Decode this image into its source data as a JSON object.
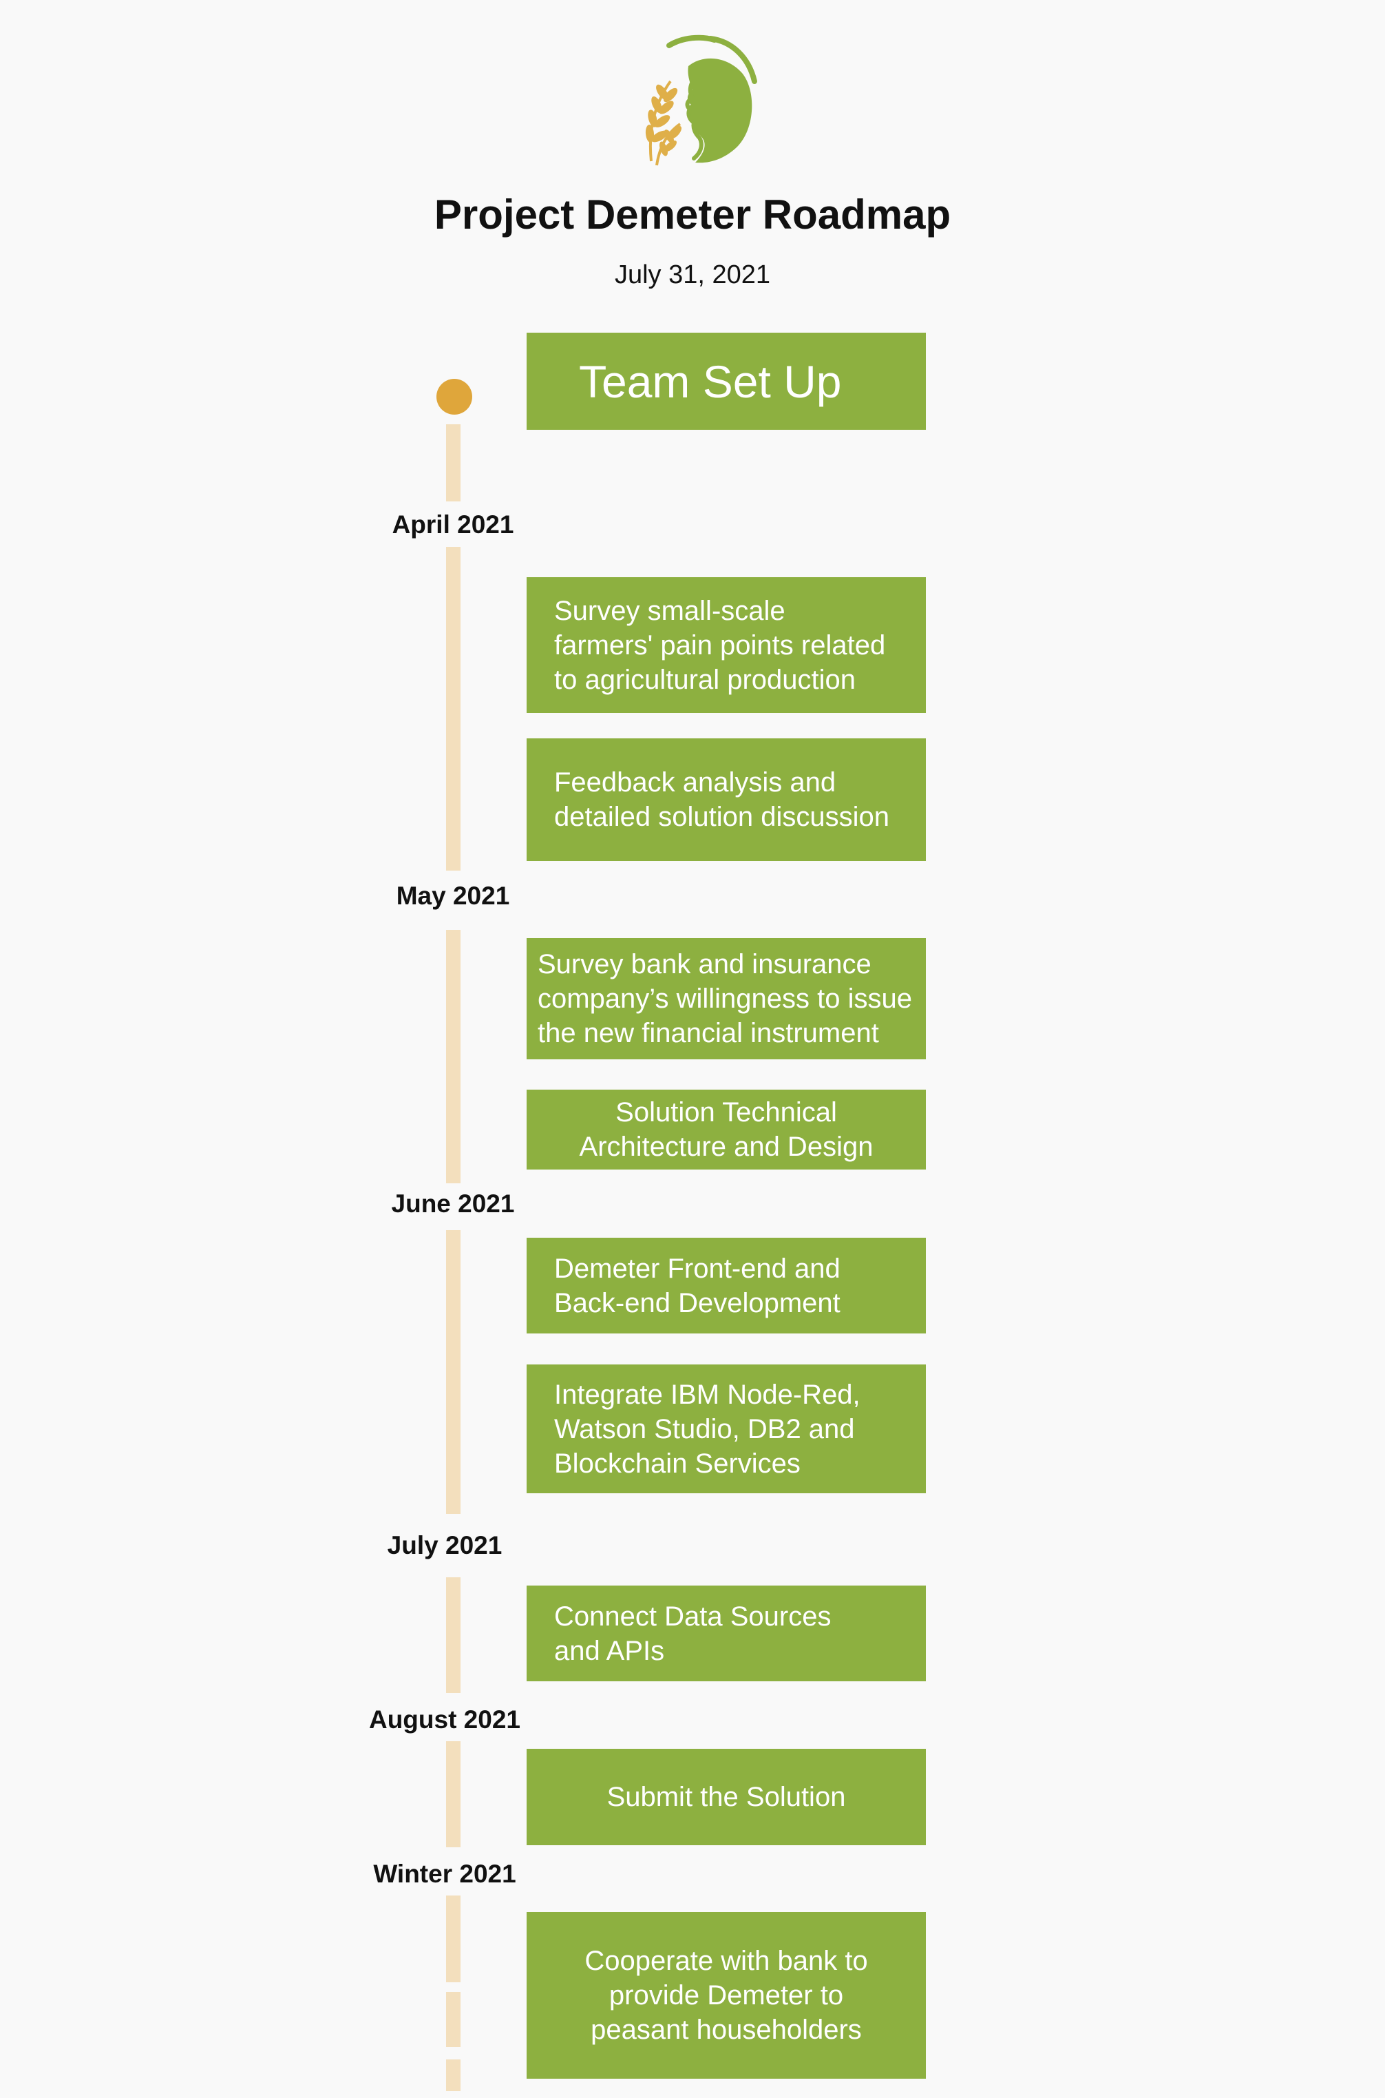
{
  "header": {
    "title": "Project Demeter Roadmap",
    "date": "July 31, 2021"
  },
  "colors": {
    "card_green": "#8db040",
    "timeline_line": "#f3dfbd",
    "start_dot": "#dfa63b",
    "logo_green": "#8db040",
    "logo_gold": "#dfaf49"
  },
  "logo": {
    "icon": "wheat-face-logo"
  },
  "timeline": {
    "start_card": "Team Set Up",
    "months": [
      "April 2021",
      "May 2021",
      "June 2021",
      "July 2021",
      "August 2021",
      "Winter 2021"
    ],
    "tasks": [
      {
        "month": "April 2021",
        "lines": [
          "Survey small-scale",
          "farmers' pain points related",
          "to agricultural production"
        ]
      },
      {
        "month": "April 2021",
        "lines": [
          "Feedback analysis and",
          "detailed solution discussion"
        ]
      },
      {
        "month": "May 2021",
        "lines": [
          "Survey bank and insurance",
          "company’s willingness to issue",
          "the new financial instrument"
        ]
      },
      {
        "month": "May 2021",
        "lines": [
          "Solution Technical",
          "Architecture and Design"
        ]
      },
      {
        "month": "June 2021",
        "lines": [
          "Demeter Front-end and",
          "Back-end Development"
        ]
      },
      {
        "month": "June 2021",
        "lines": [
          "Integrate IBM Node-Red,",
          "Watson Studio, DB2 and",
          "Blockchain Services"
        ]
      },
      {
        "month": "July 2021",
        "lines": [
          "Connect Data Sources",
          "and APIs"
        ]
      },
      {
        "month": "August 2021",
        "lines": [
          "Submit the Solution"
        ]
      },
      {
        "month": "Winter 2021",
        "lines": [
          "Cooperate with bank to",
          "provide Demeter to",
          "peasant householders"
        ]
      }
    ]
  }
}
